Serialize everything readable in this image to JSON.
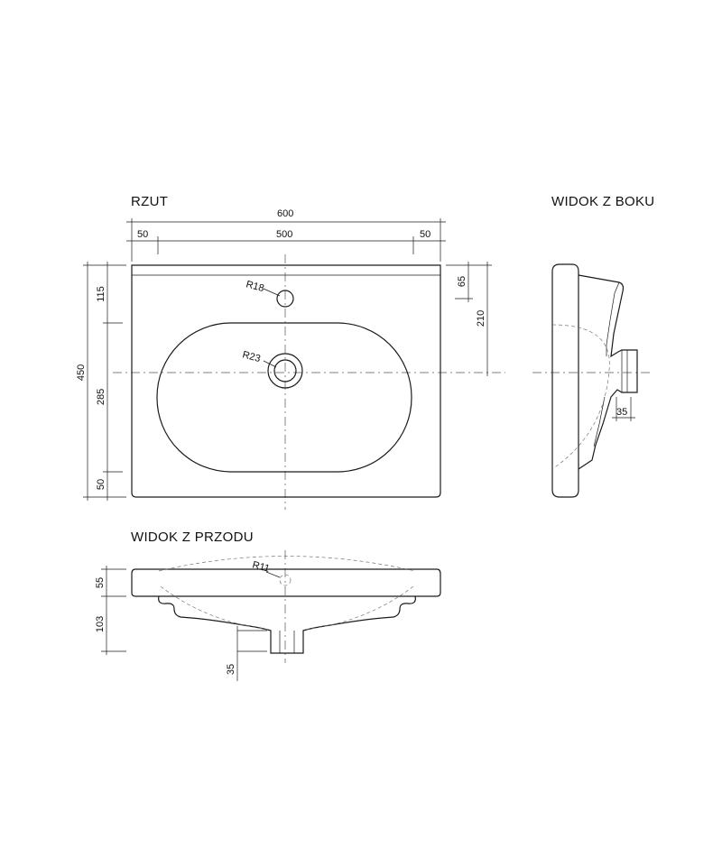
{
  "titles": {
    "plan": "RZUT",
    "side": "WIDOK Z BOKU",
    "front": "WIDOK Z PRZODU"
  },
  "dimensions": {
    "total_width": "600",
    "inner_width": "500",
    "left_margin": "50",
    "right_margin": "50",
    "depth": "450",
    "top_to_tap": "115",
    "bowl_depth": "285",
    "front_margin": "50",
    "back_ledge": "65",
    "to_drain": "210",
    "tap_radius": "R18",
    "drain_radius": "R23",
    "drain_offset_side": "35",
    "front_overflow_radius": "R11",
    "rim_height": "55",
    "body_height": "103",
    "drain_offset_front": "35"
  }
}
